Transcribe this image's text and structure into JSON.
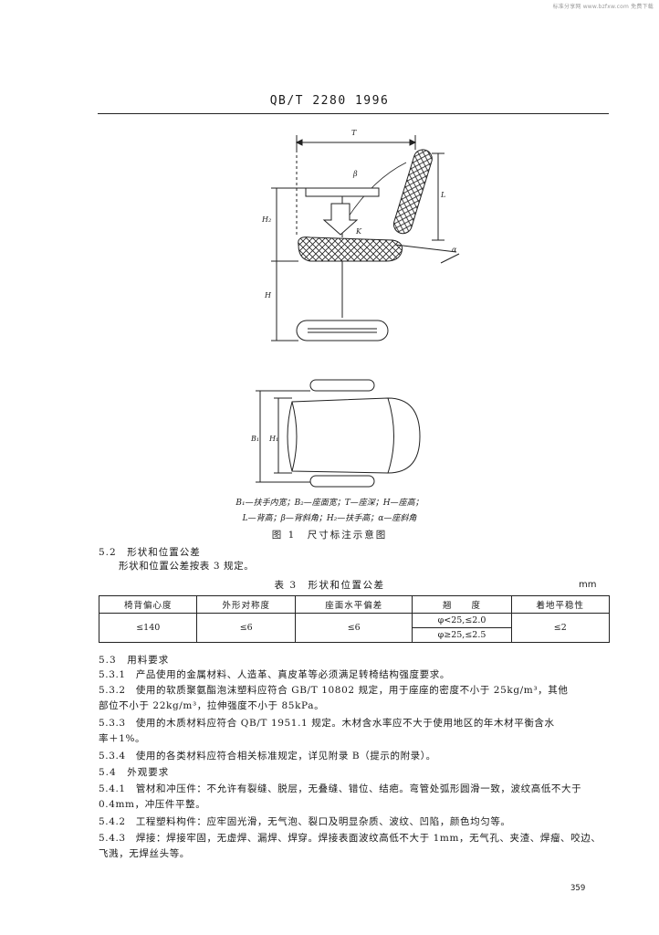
{
  "watermark": "标准分享网 www.bzfxw.com 免费下载",
  "header": "QB/T 2280  1996",
  "figure": {
    "labels": {
      "T": "T",
      "beta": "β",
      "L": "L",
      "H2": "H₂",
      "K": "K",
      "alpha": "α",
      "H": "H",
      "B1": "B₁",
      "H1": "H₁"
    },
    "legend_line1": "B₁—扶手内宽；B₂—座面宽；T—座深；H—座高；",
    "legend_line2": "L—背高；β—背斜角；H₂—扶手高；α—座斜角",
    "caption": "图 1　尺寸标注示意图"
  },
  "s52": {
    "heading": "5.2　形状和位置公差",
    "text": "形状和位置公差按表 3 规定。"
  },
  "table3": {
    "title": "表 3　形状和位置公差",
    "unit": "mm",
    "headers": [
      "椅背偏心度",
      "外形对称度",
      "座面水平偏差",
      "翘　　度",
      "着地平稳性"
    ],
    "row": {
      "c1": "≤140",
      "c2": "≤6",
      "c3": "≤6",
      "c4a": "φ<25,≤2.0",
      "c4b": "φ≥25,≤2.5",
      "c5": "≤2"
    }
  },
  "s53": {
    "heading": "5.3　用料要求",
    "p1": "5.3.1　产品使用的金属材料、人造革、真皮革等必须满足转椅结构强度要求。",
    "p2a": "5.3.2　使用的软质聚氨酯泡沫塑料应符合 GB/T 10802 规定，用于座座的密度不小于 25kg/m³，其他",
    "p2b": "部位不小于 22kg/m³，拉伸强度不小于 85kPa。",
    "p3a": "5.3.3　使用的木质材料应符合 QB/T 1951.1 规定。木材含水率应不大于使用地区的年木材平衡含水",
    "p3b": "率＋1%。",
    "p4": "5.3.4　使用的各类材料应符合相关标准规定，详见附录 B（提示的附录）。"
  },
  "s54": {
    "heading": "5.4　外观要求",
    "p1a": "5.4.1　管材和冲压件：不允许有裂缝、脱层，无叠缝、错位、结疤。弯管处弧形圆滑一致，波纹高低不大于",
    "p1b": "0.4mm，冲压件平整。",
    "p2": "5.4.2　工程塑料构件：应牢固光滑，无气泡、裂口及明显杂质、波纹、凹陷，颜色均匀等。",
    "p3a": "5.4.3　焊接：焊接牢固，无虚焊、漏焊、焊穿。焊接表面波纹高低不大于 1mm，无气孔、夹渣、焊瘤、咬边、",
    "p3b": "飞溅，无焊丝头等。"
  },
  "page_number": "359"
}
